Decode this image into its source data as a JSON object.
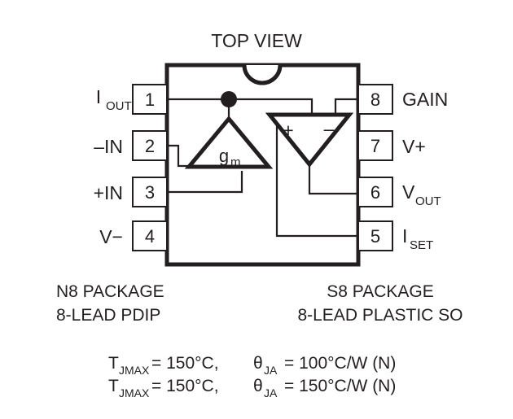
{
  "title": "TOP VIEW",
  "package_body": {
    "notch_icon": "semicircle-notch"
  },
  "pins": {
    "left": [
      {
        "number": "1",
        "label": "I",
        "sub": "OUT",
        "name": "pin-1-iout"
      },
      {
        "number": "2",
        "label": "–IN",
        "sub": "",
        "name": "pin-2-minus-in"
      },
      {
        "number": "3",
        "label": "+IN",
        "sub": "",
        "name": "pin-3-plus-in"
      },
      {
        "number": "4",
        "label": "V−",
        "sub": "",
        "name": "pin-4-vminus"
      }
    ],
    "right": [
      {
        "number": "8",
        "label": "GAIN",
        "sub": "",
        "name": "pin-8-gain"
      },
      {
        "number": "7",
        "label": "V+",
        "sub": "",
        "name": "pin-7-vplus"
      },
      {
        "number": "6",
        "label": "V",
        "sub": "OUT",
        "name": "pin-6-vout"
      },
      {
        "number": "5",
        "label": "I",
        "sub": "SET",
        "name": "pin-5-iset"
      }
    ]
  },
  "internal": {
    "transconductance_label": "g",
    "transconductance_sub": "m",
    "opamp_plus": "+",
    "opamp_minus": "–"
  },
  "packages": {
    "left_line1": "N8 PACKAGE",
    "left_line2": "8-LEAD PDIP",
    "right_line1": "S8 PACKAGE",
    "right_line2": "8-LEAD PLASTIC SO"
  },
  "thermal": {
    "line1": {
      "tjmax_symbol": "T",
      "tjmax_sub": "JMAX",
      "tjmax_value": " = 150°C, ",
      "theta_symbol": "θ",
      "theta_sub": "JA",
      "theta_value": " = 100°C/W (N)"
    },
    "line2": {
      "tjmax_symbol": "T",
      "tjmax_sub": "JMAX",
      "tjmax_value": " = 150°C, ",
      "theta_symbol": "θ",
      "theta_sub": "JA",
      "theta_value": " = 150°C/W (N)"
    }
  },
  "colors": {
    "ink": "#231f20",
    "paper": "#ffffff"
  }
}
